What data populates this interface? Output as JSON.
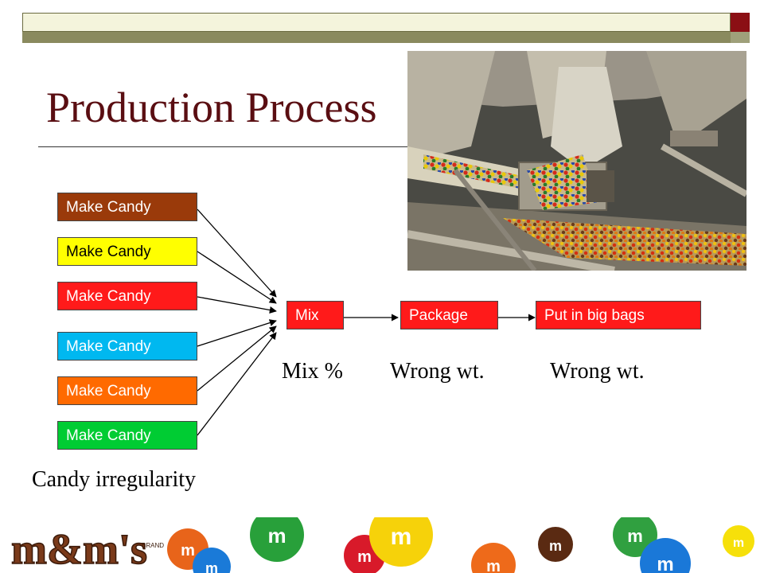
{
  "slide": {
    "title": "Production Process",
    "make_boxes": [
      {
        "label": "Make Candy",
        "color": "#9a3a0a",
        "text_color": "#ffffff"
      },
      {
        "label": "Make Candy",
        "color": "#ffff00",
        "text_color": "#000000"
      },
      {
        "label": "Make Candy",
        "color": "#ff1a1a",
        "text_color": "#ffffff"
      },
      {
        "label": "Make Candy",
        "color": "#00b8f0",
        "text_color": "#ffffff"
      },
      {
        "label": "Make Candy",
        "color": "#ff6a00",
        "text_color": "#ffffff"
      },
      {
        "label": "Make Candy",
        "color": "#00cc33",
        "text_color": "#ffffff"
      }
    ],
    "process_steps": [
      {
        "label": "Mix",
        "color": "#ff1a1a"
      },
      {
        "label": "Package",
        "color": "#ff1a1a"
      },
      {
        "label": "Put in big bags",
        "color": "#ff1a1a"
      }
    ],
    "captions": {
      "mix": "Mix %",
      "package": "Wrong wt.",
      "bags": "Wrong wt.",
      "candy": "Candy irregularity"
    },
    "logo_text": "m&m's",
    "logo_subtext": "BRAND"
  }
}
